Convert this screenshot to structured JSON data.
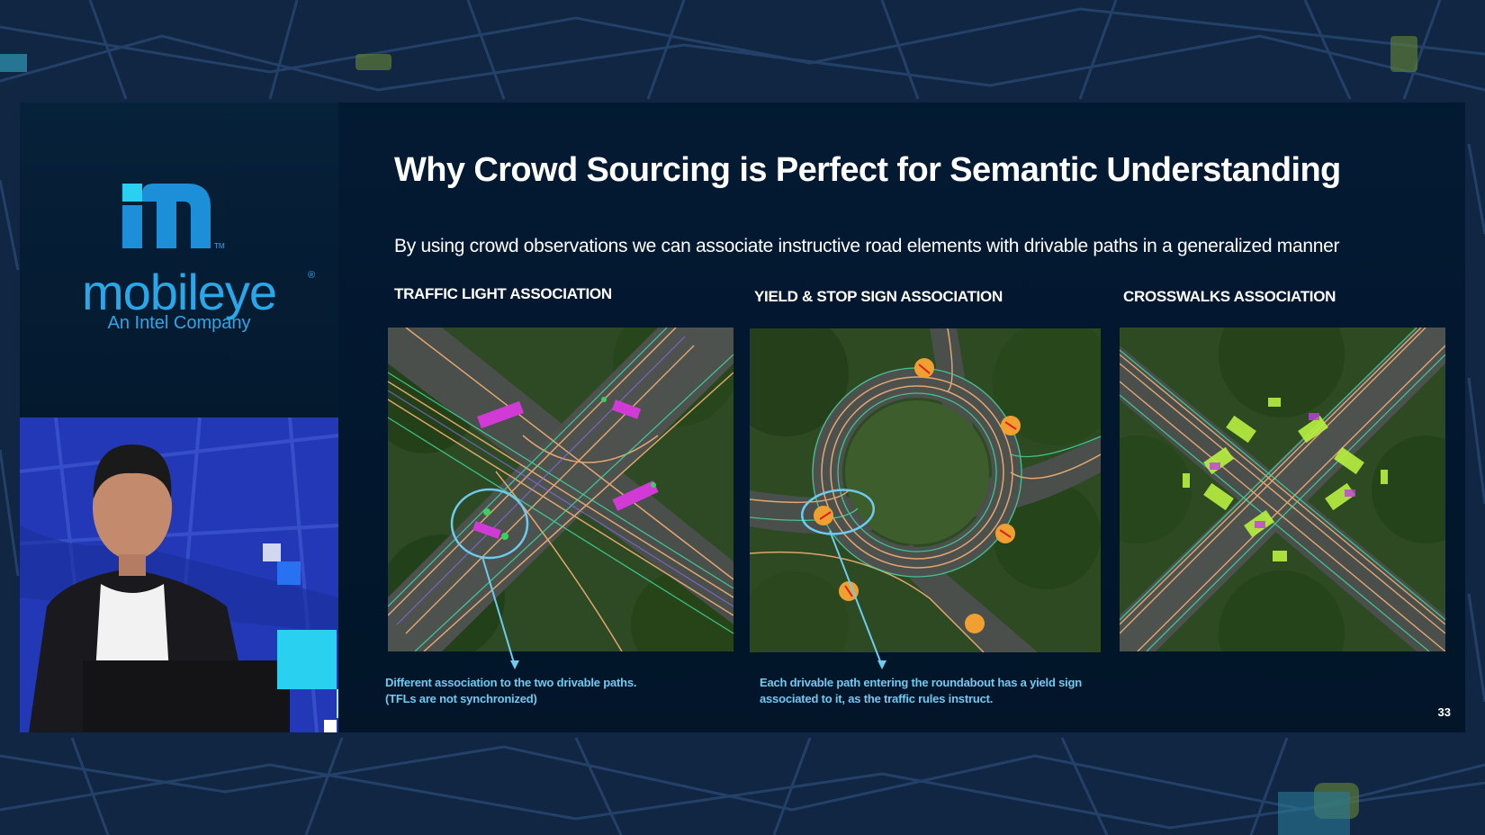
{
  "brand": {
    "logo_icon": "mobileye-m-icon",
    "name": "mobileye",
    "registered": "®",
    "trademark": "TM",
    "tagline": "An Intel Company",
    "color": "#2aa7e8"
  },
  "slide": {
    "title": "Why Crowd Sourcing is Perfect for Semantic Understanding",
    "subtitle": "By using crowd observations we can associate instructive road elements with drivable paths in a generalized manner",
    "page_number": "33",
    "columns": [
      {
        "heading": "TRAFFIC LIGHT ASSOCIATION",
        "image": "aerial-intersection-traffic-lights",
        "caption_line1": "Different association to the two drivable paths.",
        "caption_line2": "(TFLs are not synchronized)"
      },
      {
        "heading": "YIELD & STOP SIGN ASSOCIATION",
        "image": "aerial-roundabout-yield-signs",
        "caption_line1": "Each drivable path entering the roundabout has a yield sign",
        "caption_line2": "associated to it, as the traffic rules instruct."
      },
      {
        "heading": "CROSSWALKS ASSOCIATION",
        "image": "aerial-intersection-crosswalks",
        "caption_line1": "",
        "caption_line2": ""
      }
    ],
    "accent_color": "#6ecbf0",
    "background": "#031a33"
  },
  "video": {
    "subject": "presenter-speaking"
  },
  "background_map": {
    "color": "#0f2340",
    "road_color": "#23406a"
  }
}
